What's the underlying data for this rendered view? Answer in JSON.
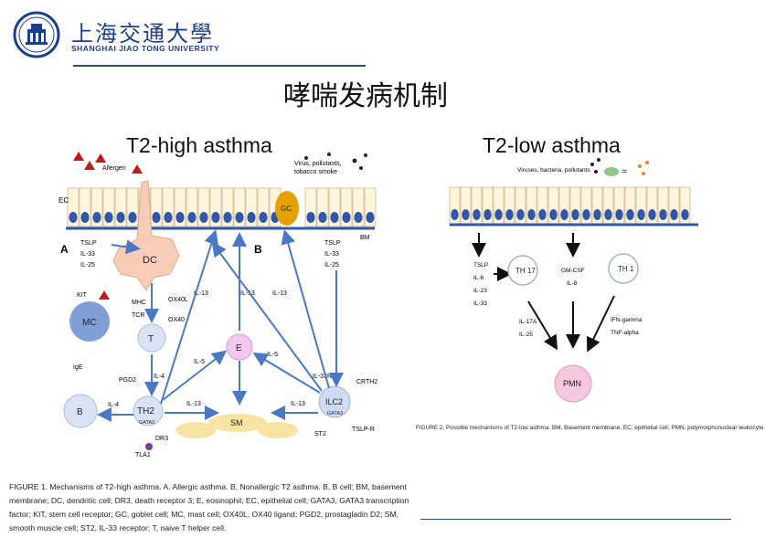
{
  "header": {
    "university_cn": "上海交通大學",
    "university_en": "SHANGHAI JIAO TONG UNIVERSITY",
    "logo_icon": "sjtu-emblem-icon"
  },
  "slide_title": "哮喘发病机制",
  "t2high": {
    "title": "T2-high asthma",
    "allergen_label": "Allergen",
    "virus_label": "Virus, pollutants, tobacco smoke",
    "ec": "EC",
    "gc": "GC",
    "bm": "BM",
    "panel_a": "A",
    "panel_b": "B",
    "tslp_il33_il25": [
      "TSLP",
      "IL-33",
      "IL-25"
    ],
    "tslp_il33_il25_b": [
      "TSLP",
      "IL-33",
      "IL-25"
    ],
    "dc": "DC",
    "kit": "KIT",
    "mc": "MC",
    "mhc": "MHC",
    "tcr": "TCR",
    "ox40l": "OX40L",
    "ox40": "OX40",
    "t": "T",
    "il13_a": "IL-13",
    "il13_b": "IL-13",
    "il13_c": "IL-13",
    "il13_d": "IL-13",
    "il13_e": "IL-13",
    "e": "E",
    "il5_a": "IL-5",
    "il5_b": "IL-5",
    "il33r": "IL-33R",
    "crth2": "CRTH2",
    "ige": "IgE",
    "pgd2": "PGD2",
    "il4_a": "IL-4",
    "il4_b": "IL-4",
    "b": "B",
    "th2": "TH2",
    "gata3": "GATA3",
    "dr3": "DR3",
    "tla1": "TLA1",
    "sm": "SM",
    "ilc2": "ILC2",
    "gata3_b": "GATA3",
    "st2": "ST2",
    "tslpr": "TSLP-R"
  },
  "t2low": {
    "title": "T2-low asthma",
    "virus_label": "Viruses, bacteria, pollutants",
    "tslp_list": [
      "TSLP",
      "IL-6",
      "IL-23",
      "IL-33"
    ],
    "th17": "TH 17",
    "gmcsf": [
      "GM-CSF",
      "IL-8"
    ],
    "th1": "TH 1",
    "il17a_list": [
      "IL-17A",
      "IL-25"
    ],
    "ifn_list": [
      "IFN-gamma",
      "TNF-alpha"
    ],
    "pmn": "PMN",
    "caption": "FIGURE 2. Possible mechanisms of T2-low asthma. BM, Basement membrane; EC, epithelial cell; PMN, polymorphonuclear leukocyte."
  },
  "figure1_caption": "FIGURE 1. Mechanisms of T2-high asthma. A. Allergic asthma. B, Nonallergic T2 asthma. B, B cell; BM, basement membrane; DC, dendritic cell; DR3, death receptor 3; E, eosinophil; EC, epithelial cell; GATA3, GATA3 transcription factor; KIT, stem cell receptor; GC, goblet cell; MC, mast cell; OX40L, OX40 ligand; PGD2, prostagladin D2; SM, smooth muscle cell; ST2, IL-33 receptor; T, naive T helper cell.",
  "colors": {
    "brand_blue": "#1b3f8f",
    "cell_fill": "#fff5dc",
    "nucleus": "#3257a8",
    "arrow_blue": "#4a78c4",
    "dc_fill": "#f7cdb7",
    "mc_fill": "#7f9fd6",
    "light_cell": "#d9e3f3",
    "eosinophil": "#f3c8ec",
    "sm_fill": "#f7e3a2",
    "ilc2_fill": "#cddcf2",
    "gc_fill": "#e6a100",
    "pmn_fill": "#f6c8df"
  }
}
